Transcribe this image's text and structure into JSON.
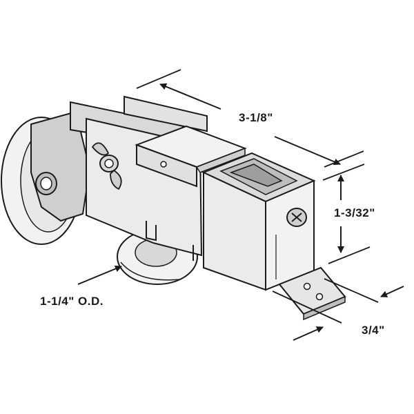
{
  "dimensions": {
    "length": "3-1/8\"",
    "height": "1-3/32\"",
    "wheel_od": "1-1/4\" O.D.",
    "width": "3/4\""
  },
  "colors": {
    "line": "#1a1a1a",
    "body_light": "#e6e6e6",
    "body_mid": "#cfcfcf",
    "body_dark": "#a9a9a9",
    "wheel": "#f2f2f2"
  }
}
